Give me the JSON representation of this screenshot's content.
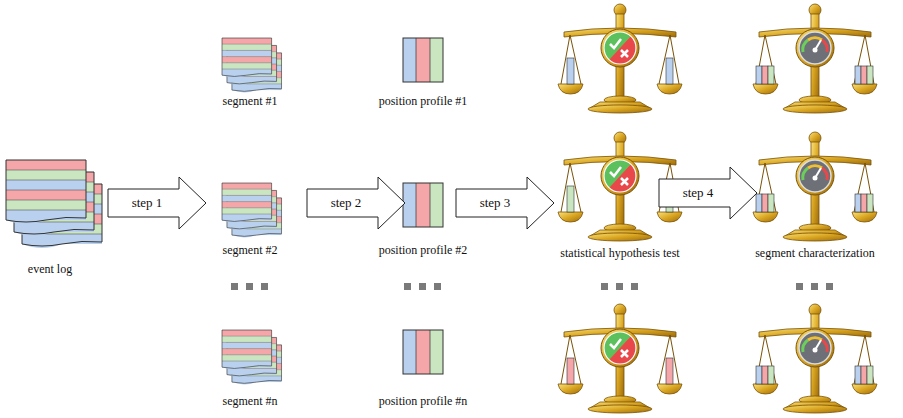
{
  "diagram": {
    "nodes": [
      {
        "text": [
          "step 1"
        ]
      },
      {
        "text": [
          "step 2"
        ]
      },
      {
        "text": [
          "step 3"
        ]
      },
      {
        "text": [
          "step 4"
        ]
      }
    ],
    "labels": [
      "event log",
      "segment #1",
      "position profile #1",
      "segment #2",
      "position profile #2",
      "statistical hypothesis test",
      "segment characterization",
      "segment #n",
      "position profile #n"
    ]
  }
}
